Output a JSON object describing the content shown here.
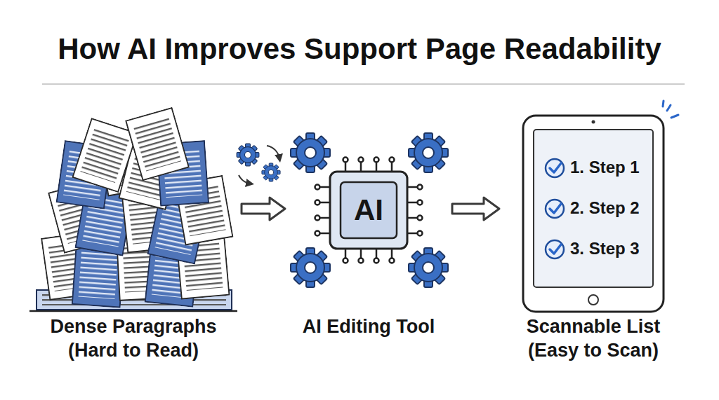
{
  "diagram": {
    "title": "How AI Improves Support Page Readability",
    "nodes": [
      {
        "text": [
          "Dense Paragraphs (Hard to Read)"
        ]
      },
      {
        "text": [
          "AI",
          "AI Editing Tool"
        ]
      },
      {
        "text": [
          "1. Step 1",
          "2. Step 2",
          "3. Step 3",
          "Scannable List (Easy to Scan)"
        ]
      }
    ],
    "edges": [
      {
        "from": 0,
        "to": 1,
        "arrow": "to"
      },
      {
        "from": 1,
        "to": 2,
        "arrow": "to"
      }
    ]
  }
}
